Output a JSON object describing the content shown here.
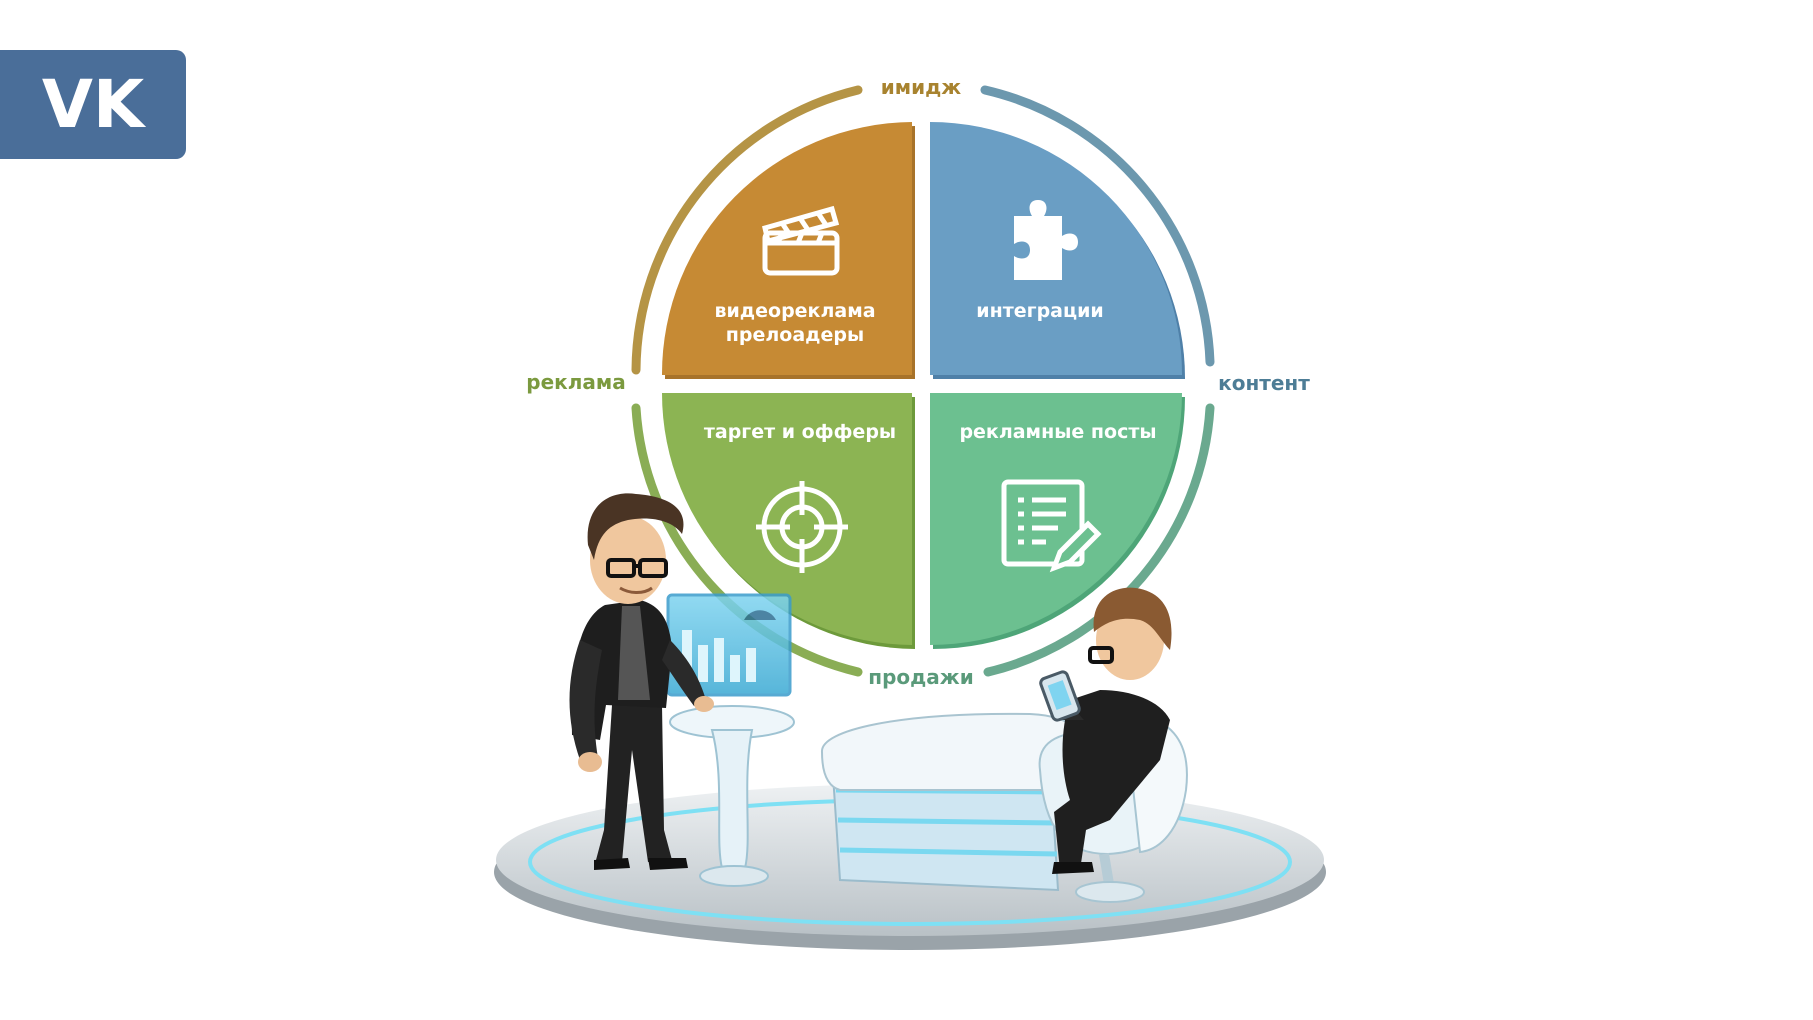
{
  "logo": {
    "text": "VK"
  },
  "ring_labels": {
    "top": "имидж",
    "left": "реклама",
    "right": "контент",
    "bottom": "продажи"
  },
  "segments": {
    "top_left": {
      "line1": "видеореклама",
      "line2": "прелоадеры",
      "icon": "clapperboard-icon",
      "color": "#c68a34"
    },
    "top_right": {
      "line1": "интеграции",
      "icon": "puzzle-icon",
      "color": "#6a9ec4"
    },
    "bottom_left": {
      "line1": "таргет и офферы",
      "icon": "target-icon",
      "color": "#8cb453"
    },
    "bottom_right": {
      "line1": "рекламные посты",
      "icon": "document-edit-icon",
      "color": "#6cc090"
    }
  },
  "colors": {
    "vk_blue": "#4a6e99",
    "imidzh": "#a8832f",
    "reklama": "#7b9a3f",
    "kontent": "#4d7d96",
    "prodazhi": "#5a9a7a"
  }
}
